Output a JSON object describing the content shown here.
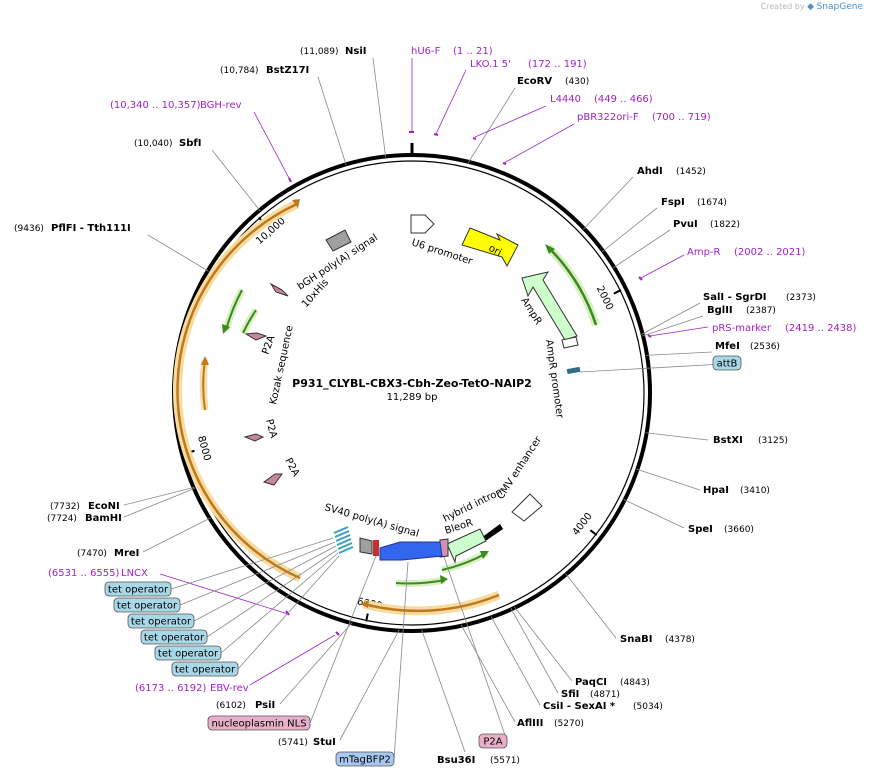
{
  "app": {
    "credit_prefix": "Created by",
    "credit_brand": "SnapGene"
  },
  "plasmid": {
    "name": "P931_CLYBL-CBX3-Cbh-Zeo-TetO-NAIP2",
    "length_label": "11,289 bp",
    "length": 11289
  },
  "ticks": [
    {
      "label": "2000",
      "bp": 2000
    },
    {
      "label": "4000",
      "bp": 4000
    },
    {
      "label": "6000",
      "bp": 6000
    },
    {
      "label": "8000",
      "bp": 8000
    },
    {
      "label": "10,000",
      "bp": 10000
    }
  ],
  "sites": [
    {
      "name": "NsiI",
      "pos": "(11,089)",
      "bp": 11089
    },
    {
      "name": "BstZ17I",
      "pos": "(10,784)",
      "bp": 10784
    },
    {
      "name": "SbfI",
      "pos": "(10,040)",
      "bp": 10040
    },
    {
      "name": "PflFI  - Tth111I",
      "pos": "(9436)",
      "bp": 9436
    },
    {
      "name": "EcoRV",
      "pos": "(430)",
      "bp": 430
    },
    {
      "name": "AhdI",
      "pos": "(1452)",
      "bp": 1452
    },
    {
      "name": "FspI",
      "pos": "(1674)",
      "bp": 1674
    },
    {
      "name": "PvuI",
      "pos": "(1822)",
      "bp": 1822
    },
    {
      "name": "SalI  - SgrDI",
      "pos": "(2373)",
      "bp": 2373
    },
    {
      "name": "BglII",
      "pos": "(2387)",
      "bp": 2387
    },
    {
      "name": "MfeI",
      "pos": "(2536)",
      "bp": 2536
    },
    {
      "name": "BstXI",
      "pos": "(3125)",
      "bp": 3125
    },
    {
      "name": "HpaI",
      "pos": "(3410)",
      "bp": 3410
    },
    {
      "name": "SpeI",
      "pos": "(3660)",
      "bp": 3660
    },
    {
      "name": "SnaBI",
      "pos": "(4378)",
      "bp": 4378
    },
    {
      "name": "PaqCI",
      "pos": "(4843)",
      "bp": 4843
    },
    {
      "name": "SfiI",
      "pos": "(4871)",
      "bp": 4871
    },
    {
      "name": "CsiI  - SexAI *",
      "pos": "(5034)",
      "bp": 5034
    },
    {
      "name": "AflIII",
      "pos": "(5270)",
      "bp": 5270
    },
    {
      "name": "Bsu36I",
      "pos": "(5571)",
      "bp": 5571
    },
    {
      "name": "StuI",
      "pos": "(5741)",
      "bp": 5741
    },
    {
      "name": "PsiI",
      "pos": "(6102)",
      "bp": 6102
    },
    {
      "name": "MreI",
      "pos": "(7470)",
      "bp": 7470
    },
    {
      "name": "EcoNI",
      "pos": "(7732)",
      "bp": 7732
    },
    {
      "name": "BamHI",
      "pos": "(7724)",
      "bp": 7724
    }
  ],
  "primers": [
    {
      "name": "hU6-F",
      "pos": "(1 .. 21)"
    },
    {
      "name": "LKO.1 5'",
      "pos": "(172 .. 191)"
    },
    {
      "name": "L4440",
      "pos": "(449 .. 466)"
    },
    {
      "name": "pBR322ori-F",
      "pos": "(700 .. 719)"
    },
    {
      "name": "Amp-R",
      "pos": "(2002 .. 2021)"
    },
    {
      "name": "pRS-marker",
      "pos": "(2419 .. 2438)"
    },
    {
      "name": "BGH-rev",
      "pos": "(10,340 .. 10,357)"
    },
    {
      "name": "LNCX",
      "pos": "(6531 .. 6555)"
    },
    {
      "name": "EBV-rev",
      "pos": "(6173 .. 6192)"
    }
  ],
  "boxed_features": [
    {
      "name": "attB",
      "color": "#a8d8e8"
    },
    {
      "name": "tet operator",
      "color": "#a8d8e8"
    },
    {
      "name": "tet operator",
      "color": "#a8d8e8"
    },
    {
      "name": "tet operator",
      "color": "#a8d8e8"
    },
    {
      "name": "tet operator",
      "color": "#a8d8e8"
    },
    {
      "name": "tet operator",
      "color": "#a8d8e8"
    },
    {
      "name": "tet operator",
      "color": "#a8d8e8"
    },
    {
      "name": "nucleoplasmin NLS",
      "color": "#e8b0c8"
    },
    {
      "name": "mTagBFP2",
      "color": "#a8c8f0"
    },
    {
      "name": "P2A",
      "color": "#e8b0c8"
    }
  ],
  "inner_features": [
    "U6 promoter",
    "ori",
    "AmpR",
    "AmpR promoter",
    "CMV enhancer",
    "hybrid intron",
    "BleoR",
    "SV40 poly(A) signal",
    "P2A",
    "P2A",
    "Kozak sequence",
    "P2A",
    "10xHis",
    "bGH poly(A) signal"
  ],
  "colors": {
    "ori": "#ffff00",
    "ampr": "#ccffcc",
    "bfp": "#3366ee",
    "orf_orange": "#f0b050",
    "orf_green": "#b0e080",
    "primer": "#a020c8",
    "p2a": "#c8889c",
    "bgh": "#a0a0a0",
    "teto": "#a8d8e8"
  }
}
